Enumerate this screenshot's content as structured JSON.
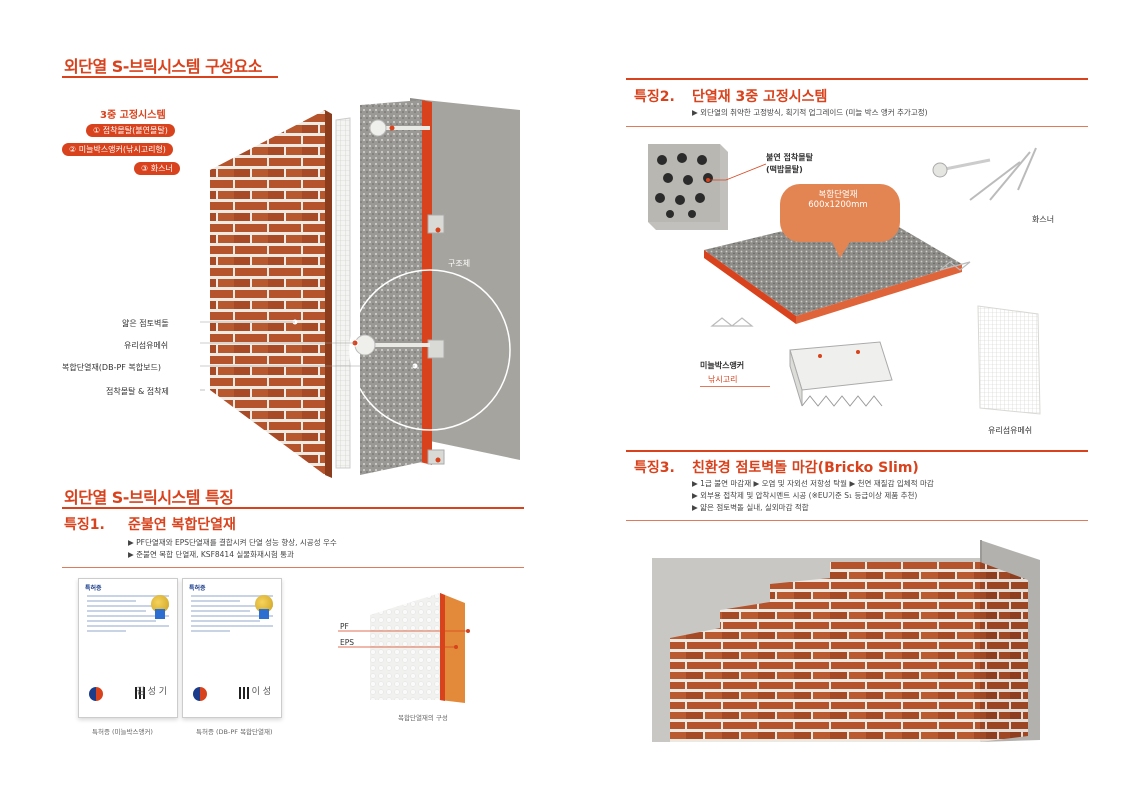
{
  "left": {
    "section1_title": "외단열 S-브릭시스템 구성요소",
    "fix_title": "3중 고정시스템",
    "fix_items": [
      "① 접착몰탈(불연몰탈)",
      "② 미늘박스앵커(낚시고리형)",
      "③ 화스너"
    ],
    "structure_label": "구조체",
    "layer_labels": [
      "얇은 점토벽돌",
      "유리섬유메쉬",
      "복합단열재(DB-PF 복합보드)",
      "접착몰탈 & 접착제"
    ],
    "section2_title": "외단열 S-브릭시스템 특징",
    "feature1": {
      "num": "특징1.",
      "title": "준불연 복합단열재",
      "bullets": [
        "▶ PF단열재와 EPS단열재를 결합시켜 단열 성능 향상, 시공성 우수",
        "▶ 준불연 복합 단열재, KSF8414 실물화재시험 통과"
      ]
    },
    "certs": [
      {
        "head": "특허증",
        "caption": "특허증 (미늘박스앵커)",
        "sign": "김 성 기"
      },
      {
        "head": "특허증",
        "caption": "특허증 (DB-PF 복합단열재)",
        "sign": "이 성"
      }
    ],
    "composite": {
      "pf": "PF",
      "eps": "EPS",
      "caption": "복합단열재의 구성"
    }
  },
  "right": {
    "feature2": {
      "num": "특징2.",
      "title": "단열재 3중 고정시스템",
      "bullets": [
        "▶ 외단열의 취약한 고정방식, 획기적 업그레이드 (미늘 박스 앵커 추가고정)"
      ]
    },
    "mortar_label_1": "불연 접착몰탈",
    "mortar_label_2": "(떡밥몰탈)",
    "board_label_1": "복합단열재",
    "board_label_2": "600x1200mm",
    "fastener_label": "화스너",
    "anchor_label": "미늘박스앵커",
    "hook_label": "낚시고리",
    "mesh_label": "유리섬유메쉬",
    "feature3": {
      "num": "특징3.",
      "title": "친환경 점토벽돌 마감(Bricko Slim)",
      "bullets": [
        "▶ 1급 불연 마감재 ▶ 오염 및 자외선 저항성 탁월 ▶ 천연 재질감 입체적 마감",
        "▶ 외부용 접착제 및 압착시멘트 시공 (※EU기준 S₁ 등급이상 제품 추천)",
        "▶ 얇은 점토벽돌 실내, 실외마감 적합"
      ]
    }
  },
  "colors": {
    "accent": "#d8421c",
    "brick": "#b5532c",
    "mortar": "#e8e4de"
  }
}
